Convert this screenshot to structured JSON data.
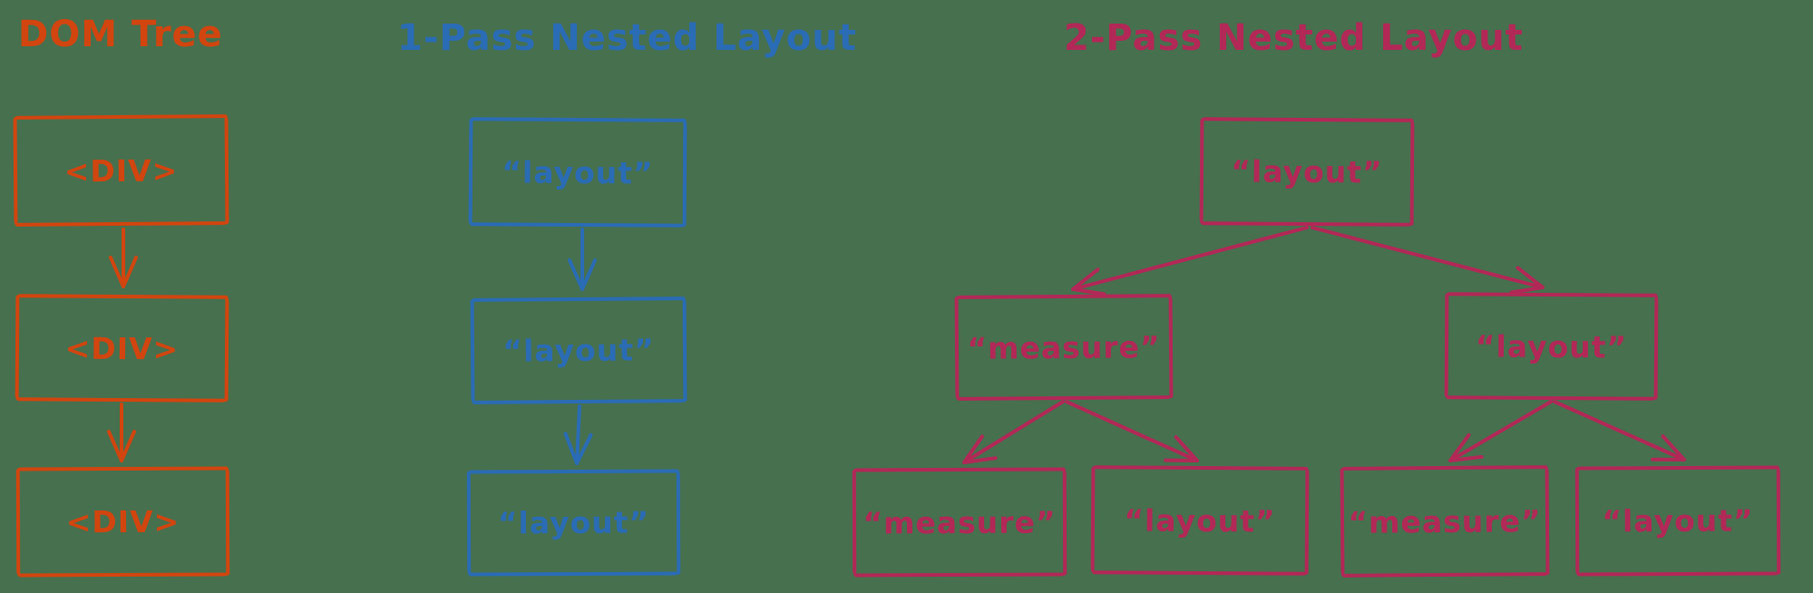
{
  "palette": {
    "background": "#47704e",
    "orange": "#d2450f",
    "blue": "#2a6cb5",
    "pink": "#b22857"
  },
  "sections": [
    {
      "id": "dom-tree",
      "title": "DOM Tree",
      "color": "#d2450f",
      "nodes": [
        "<DIV>",
        "<DIV>",
        "<DIV>"
      ]
    },
    {
      "id": "one-pass-nested-layout",
      "title": "1-Pass Nested Layout",
      "color": "#2a6cb5",
      "nodes": [
        "“layout”",
        "“layout”",
        "“layout”"
      ]
    },
    {
      "id": "two-pass-nested-layout",
      "title": "2-Pass Nested Layout",
      "color": "#b22857",
      "root": "“layout”",
      "children": [
        {
          "label": "“measure”",
          "children": [
            "“measure”",
            "“layout”"
          ]
        },
        {
          "label": "“layout”",
          "children": [
            "“measure”",
            "“layout”"
          ]
        }
      ]
    }
  ]
}
